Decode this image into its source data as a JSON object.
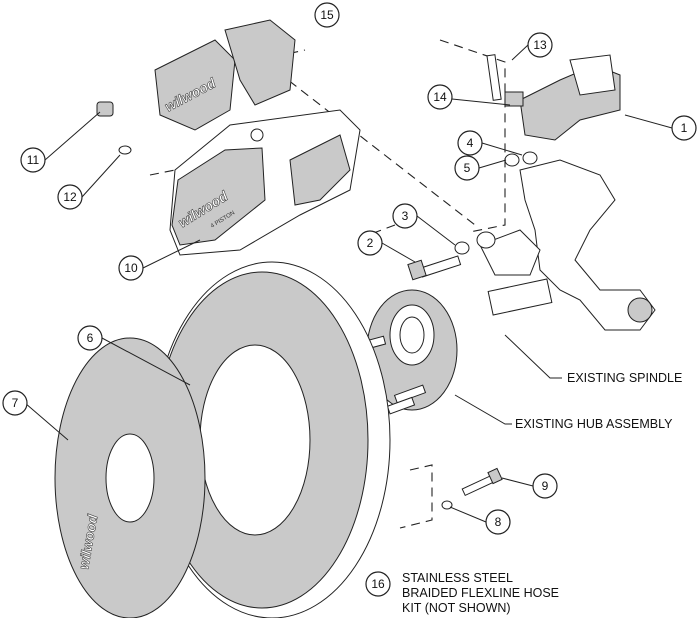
{
  "callouts": {
    "c1": "1",
    "c2": "2",
    "c3": "3",
    "c4": "4",
    "c5": "5",
    "c6": "6",
    "c7": "7",
    "c8": "8",
    "c9": "9",
    "c10": "10",
    "c11": "11",
    "c12": "12",
    "c13": "13",
    "c14": "14",
    "c15": "15",
    "c16": "16"
  },
  "labels": {
    "existing_spindle": "EXISTING SPINDLE",
    "existing_hub": "EXISTING HUB ASSEMBLY",
    "hose_line1": "STAINLESS STEEL",
    "hose_line2": "BRAIDED FLEXLINE HOSE",
    "hose_line3": "KIT (NOT SHOWN)"
  },
  "caliper_text": "4 PISTON",
  "logo_text": "wilwood",
  "colors": {
    "line": "#222222",
    "part_fill": "#c9c9c9",
    "background": "#ffffff"
  }
}
